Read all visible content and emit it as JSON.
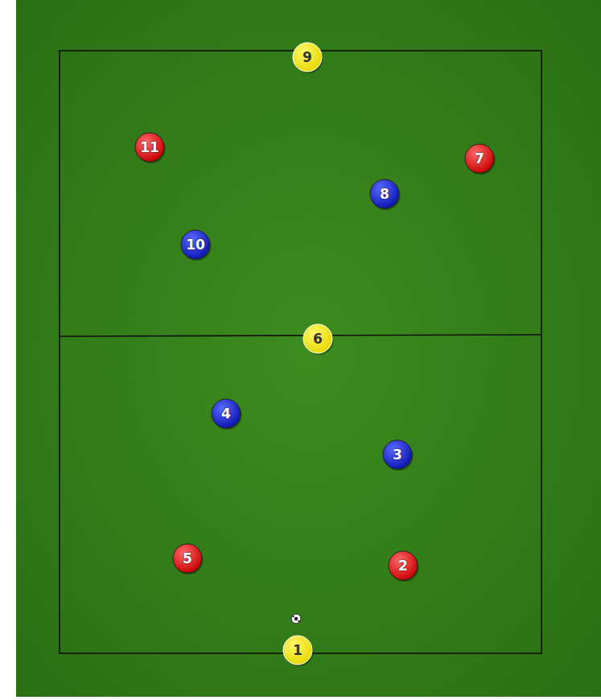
{
  "diagram": {
    "nodes": [
      {
        "text": [
          "9"
        ]
      },
      {
        "text": [
          "11"
        ]
      },
      {
        "text": [
          "7"
        ]
      },
      {
        "text": [
          "8"
        ]
      },
      {
        "text": [
          "10"
        ]
      },
      {
        "text": [
          "6"
        ]
      },
      {
        "text": [
          "4"
        ]
      },
      {
        "text": [
          "3"
        ]
      },
      {
        "text": [
          "5"
        ]
      },
      {
        "text": [
          "2"
        ]
      },
      {
        "text": [
          "1"
        ]
      }
    ]
  }
}
